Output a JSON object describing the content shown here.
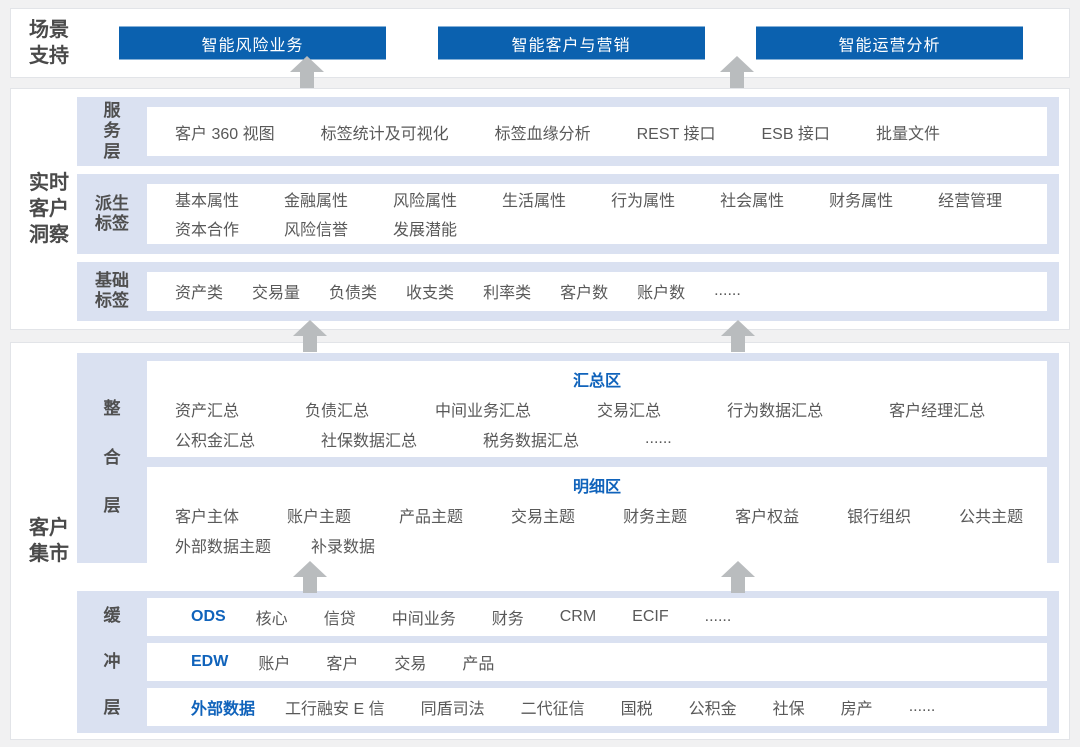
{
  "colors": {
    "button_blue": "#0b61af",
    "accent_blue": "#1063bb",
    "row_background": "#dae1f1",
    "arrow_gray": "#b9bcbe"
  },
  "scenario_support": {
    "label": "场景支持",
    "buttons": [
      "智能风险业务",
      "智能客户与营销",
      "智能运营分析"
    ]
  },
  "realtime_insight": {
    "label": "实时客户洞察",
    "service_layer": {
      "label": "服务层",
      "items": [
        "客户 360 视图",
        "标签统计及可视化",
        "标签血缘分析",
        "REST 接口",
        "ESB 接口",
        "批量文件"
      ]
    },
    "derived_tags": {
      "label": "派生标签",
      "lines": [
        [
          "基本属性",
          "金融属性",
          "风险属性",
          "生活属性",
          "行为属性",
          "社会属性",
          "财务属性",
          "经营管理"
        ],
        [
          "资本合作",
          "风险信誉",
          "发展潜能"
        ]
      ]
    },
    "basic_tags": {
      "label": "基础标签",
      "items": [
        "资产类",
        "交易量",
        "负债类",
        "收支类",
        "利率类",
        "客户数",
        "账户数",
        "......"
      ]
    }
  },
  "customer_mart": {
    "label": "客户集市",
    "integration_layer": {
      "label": "整合层",
      "summary_zone": {
        "title": "汇总区",
        "lines": [
          [
            "资产汇总",
            "负债汇总",
            "中间业务汇总",
            "交易汇总",
            "行为数据汇总",
            "客户经理汇总"
          ],
          [
            "公积金汇总",
            "社保数据汇总",
            "税务数据汇总",
            "......"
          ]
        ]
      },
      "detail_zone": {
        "title": "明细区",
        "lines": [
          [
            "客户主体",
            "账户主题",
            "产品主题",
            "交易主题",
            "财务主题",
            "客户权益",
            "银行组织",
            "公共主题"
          ],
          [
            "外部数据主题",
            "补录数据"
          ]
        ]
      }
    },
    "buffer_layer": {
      "label": "缓冲层",
      "rows": [
        {
          "prefix": "ODS",
          "items": [
            "核心",
            "信贷",
            "中间业务",
            "财务",
            "CRM",
            "ECIF",
            "......"
          ]
        },
        {
          "prefix": "EDW",
          "items": [
            "账户",
            "客户",
            "交易",
            "产品"
          ]
        },
        {
          "prefix": "外部数据",
          "items": [
            "工行融安 E 信",
            "同盾司法",
            "二代征信",
            "国税",
            "公积金",
            "社保",
            "房产",
            "......"
          ]
        }
      ]
    }
  }
}
